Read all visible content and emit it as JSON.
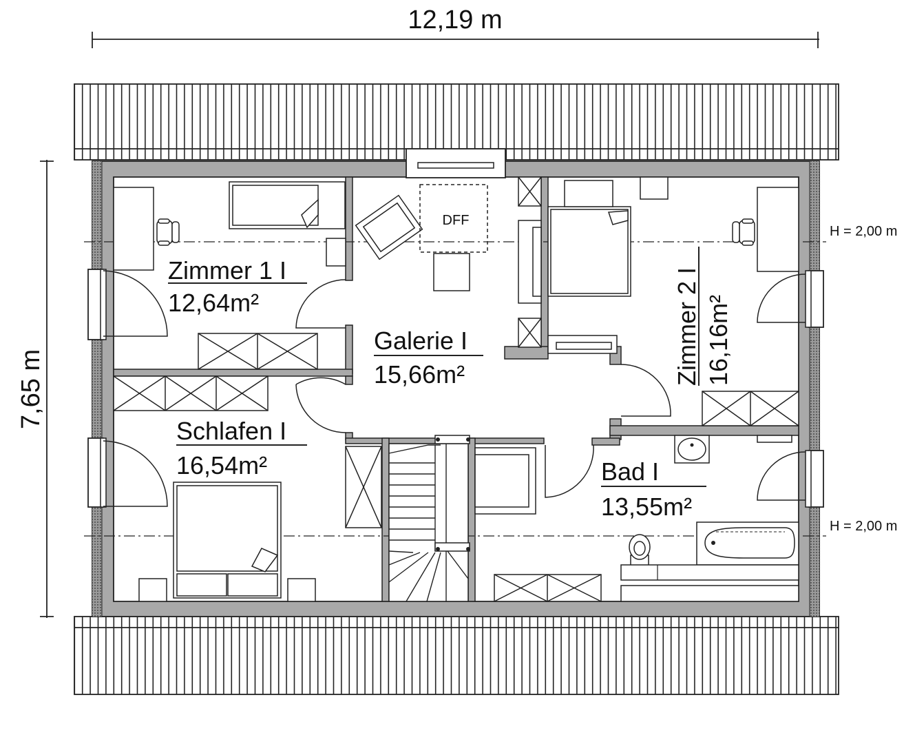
{
  "dimensions": {
    "width_label": "12,19 m",
    "height_label": "7,65 m",
    "height_marker_top": "H = 2,00 m",
    "height_marker_bottom": "H = 2,00 m"
  },
  "rooms": {
    "zimmer1": {
      "name": "Zimmer 1 I",
      "area": "12,64m²"
    },
    "galerie": {
      "name": "Galerie I",
      "area": "15,66m²"
    },
    "zimmer2": {
      "name": "Zimmer 2 I",
      "area": "16,16m²"
    },
    "schlafen": {
      "name": "Schlafen I",
      "area": "16,54m²"
    },
    "bad": {
      "name": "Bad I",
      "area": "13,55m²"
    }
  },
  "labels": {
    "roof_window": "DFF"
  }
}
